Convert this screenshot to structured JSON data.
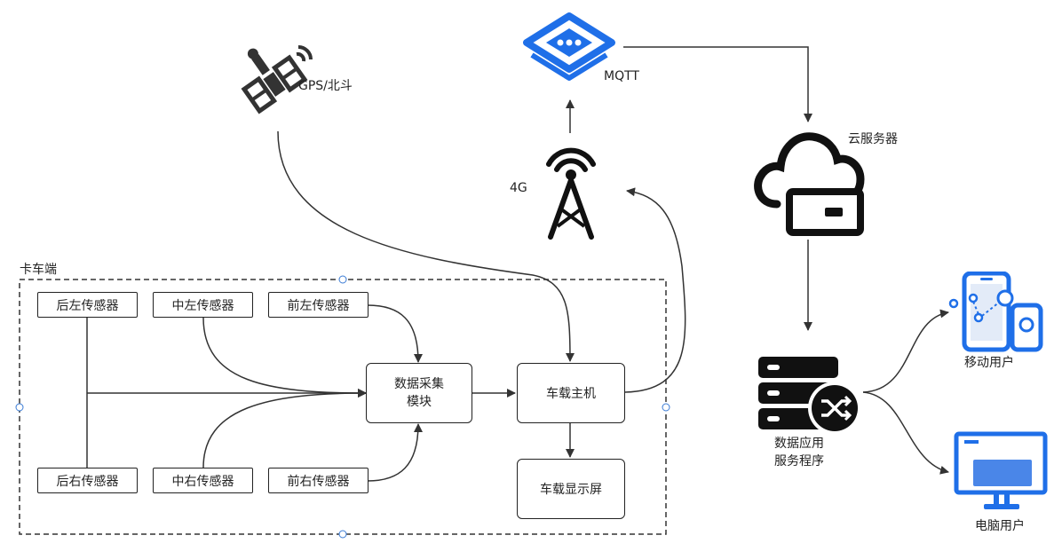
{
  "labels": {
    "gps": "GPS/北斗",
    "mqtt": "MQTT",
    "four_g": "4G",
    "cloud": "云服务器",
    "truck": "卡车端",
    "mobile": "移动用户",
    "pc": "电脑用户",
    "server_line1": "数据应用",
    "server_line2": "服务程序"
  },
  "sensors": {
    "rear_left": "后左传感器",
    "mid_left": "中左传感器",
    "front_left": "前左传感器",
    "rear_right": "后右传感器",
    "mid_right": "中右传感器",
    "front_right": "前右传感器"
  },
  "modules": {
    "collector_line1": "数据采集",
    "collector_line2": "模块",
    "host": "车载主机",
    "display": "车载显示屏"
  },
  "colors": {
    "accent_blue": "#1f6fe8",
    "line": "#333333"
  },
  "icons": [
    "satellite-icon",
    "mqtt-icon",
    "antenna-tower-icon",
    "cloud-server-icon",
    "database-server-icon",
    "mobile-devices-icon",
    "monitor-icon"
  ]
}
